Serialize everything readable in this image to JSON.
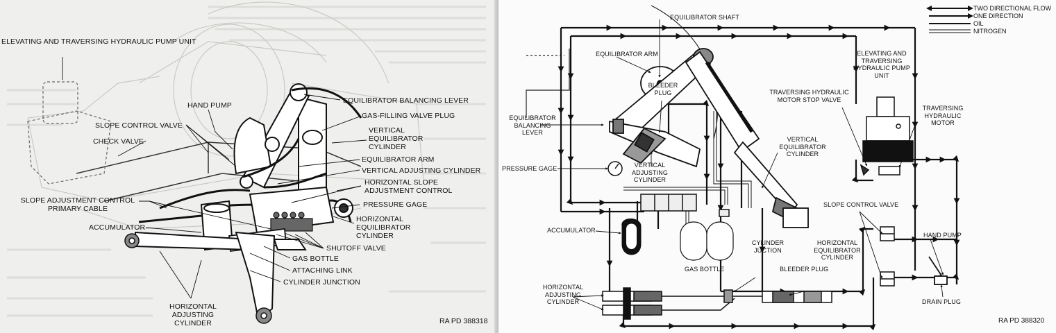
{
  "left_figure": {
    "labels": {
      "pump_unit": "ELEVATING AND TRAVERSING HYDRAULIC PUMP UNIT",
      "hand_pump": "HAND PUMP",
      "slope_control_valve": "SLOPE CONTROL VALVE",
      "check_valve": "CHECK VALVE",
      "slope_adjustment_cable": "SLOPE ADJUSTMENT CONTROL PRIMARY CABLE",
      "accumulator": "ACCUMULATOR",
      "balancing_lever": "EQUILIBRATOR BALANCING LEVER",
      "gas_filling_valve_plug": "GAS-FILLING VALVE PLUG",
      "vertical_equilibrator_cylinder": "VERTICAL EQUILIBRATOR CYLINDER",
      "equilibrator_arm": "EQUILIBRATOR ARM",
      "vertical_adjusting_cylinder": "VERTICAL ADJUSTING CYLINDER",
      "horizontal_slope_adjustment_control": "HORIZONTAL SLOPE ADJUSTMENT CONTROL",
      "pressure_gage": "PRESSURE GAGE",
      "horizontal_equilibrator_cylinder": "HORIZONTAL EQUILIBRATOR CYLINDER",
      "shutoff_valve": "SHUTOFF VALVE",
      "gas_bottle": "GAS BOTTLE",
      "attaching_link": "ATTACHING LINK",
      "cylinder_junction": "CYLINDER JUNCTION",
      "horizontal_adjusting_cylinder": "HORIZONTAL ADJUSTING CYLINDER"
    },
    "figure_number": "RA PD 388318"
  },
  "right_figure": {
    "legend": [
      {
        "label": "TWO DIRECTIONAL FLOW",
        "style": "two-arrows"
      },
      {
        "label": "ONE DIRECTION",
        "style": "one-arrow"
      },
      {
        "label": "OIL",
        "style": "single-line"
      },
      {
        "label": "NITROGEN",
        "style": "double-line"
      }
    ],
    "labels": {
      "equilibrator_shaft": "EQUILIBRATOR SHAFT",
      "equilibrator_arm": "EQUILIBRATOR ARM",
      "balancing_lever": "EQUILIBRATOR BALANCING LEVER",
      "bleeder_plug_top": "BLEEDER PLUG",
      "pressure_gage": "PRESSURE GAGE",
      "vertical_adjusting_cylinder": "VERTICAL ADJUSTING CYLINDER",
      "vertical_equilibrator_cylinder": "VERTICAL EQUILIBRATOR CYLINDER",
      "accumulator": "ACCUMULATOR",
      "gas_bottle": "GAS BOTTLE",
      "cylinder_junction": "CYLINDER JUCTION",
      "horizontal_equilibrator_cylinder": "HORIZONTAL EQUILIBRATOR CYLINDER",
      "bleeder_plug_bottom": "BLEEDER PLUG",
      "horizontal_adjusting_cylinder": "HORIZONTAL ADJUSTING CYLINDER",
      "pump_unit": "ELEVATING AND TRAVERSING HYDRAULIC PUMP UNIT",
      "traversing_stop_valve": "TRAVERSING HYDRAULIC MOTOR STOP VALVE",
      "traversing_motor": "TRAVERSING HYDRAULIC MOTOR",
      "slope_control_valve": "SLOPE CONTROL VALVE",
      "hand_pump": "HAND PUMP",
      "drain_plug": "DRAIN PLUG"
    },
    "figure_number": "RA PD 388320"
  }
}
